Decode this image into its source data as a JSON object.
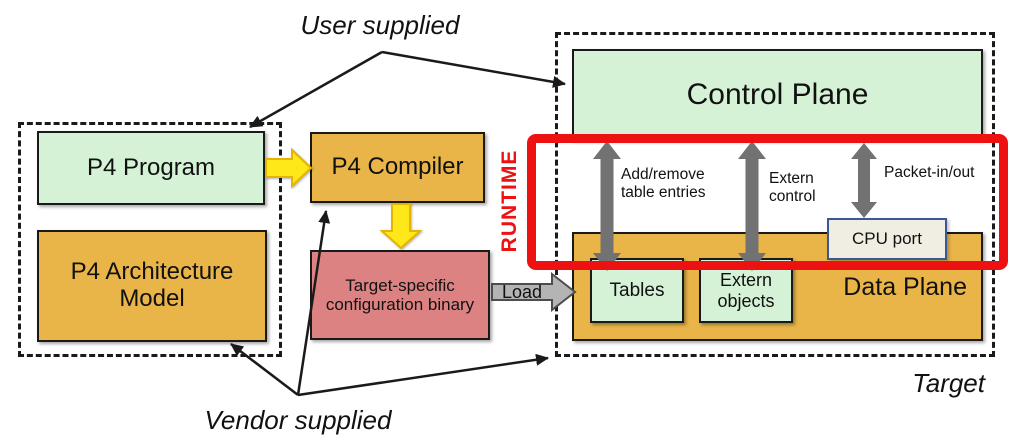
{
  "colors": {
    "green": "#d6f2d6",
    "orange": "#e9b548",
    "pink": "#dd8282",
    "yellow": "#ffe81a",
    "yellow_stroke": "#e6b400",
    "gray_arrow": "#727272",
    "load_fill": "#b4b4b4",
    "load_stroke": "#4d4d4d",
    "red": "#ee1111",
    "cpu_bg": "#f0eee2",
    "cpu_border": "#3a5894"
  },
  "annotations": {
    "user_supplied": "User supplied",
    "vendor_supplied": "Vendor supplied",
    "target": "Target",
    "runtime": "RUNTIME",
    "load": "Load"
  },
  "user_group": {
    "p4_program": "P4 Program",
    "p4_architecture_model": "P4 Architecture Model"
  },
  "toolchain": {
    "p4_compiler": "P4 Compiler",
    "config_binary": "Target-specific configuration binary"
  },
  "target_group": {
    "control_plane": "Control Plane",
    "data_plane": "Data Plane",
    "tables": "Tables",
    "extern_objects": "Extern objects",
    "cpu_port": "CPU port",
    "runtime_channels": {
      "add_remove": "Add/remove table entries",
      "extern_control": "Extern control",
      "packet_in_out": "Packet-in/out"
    }
  }
}
